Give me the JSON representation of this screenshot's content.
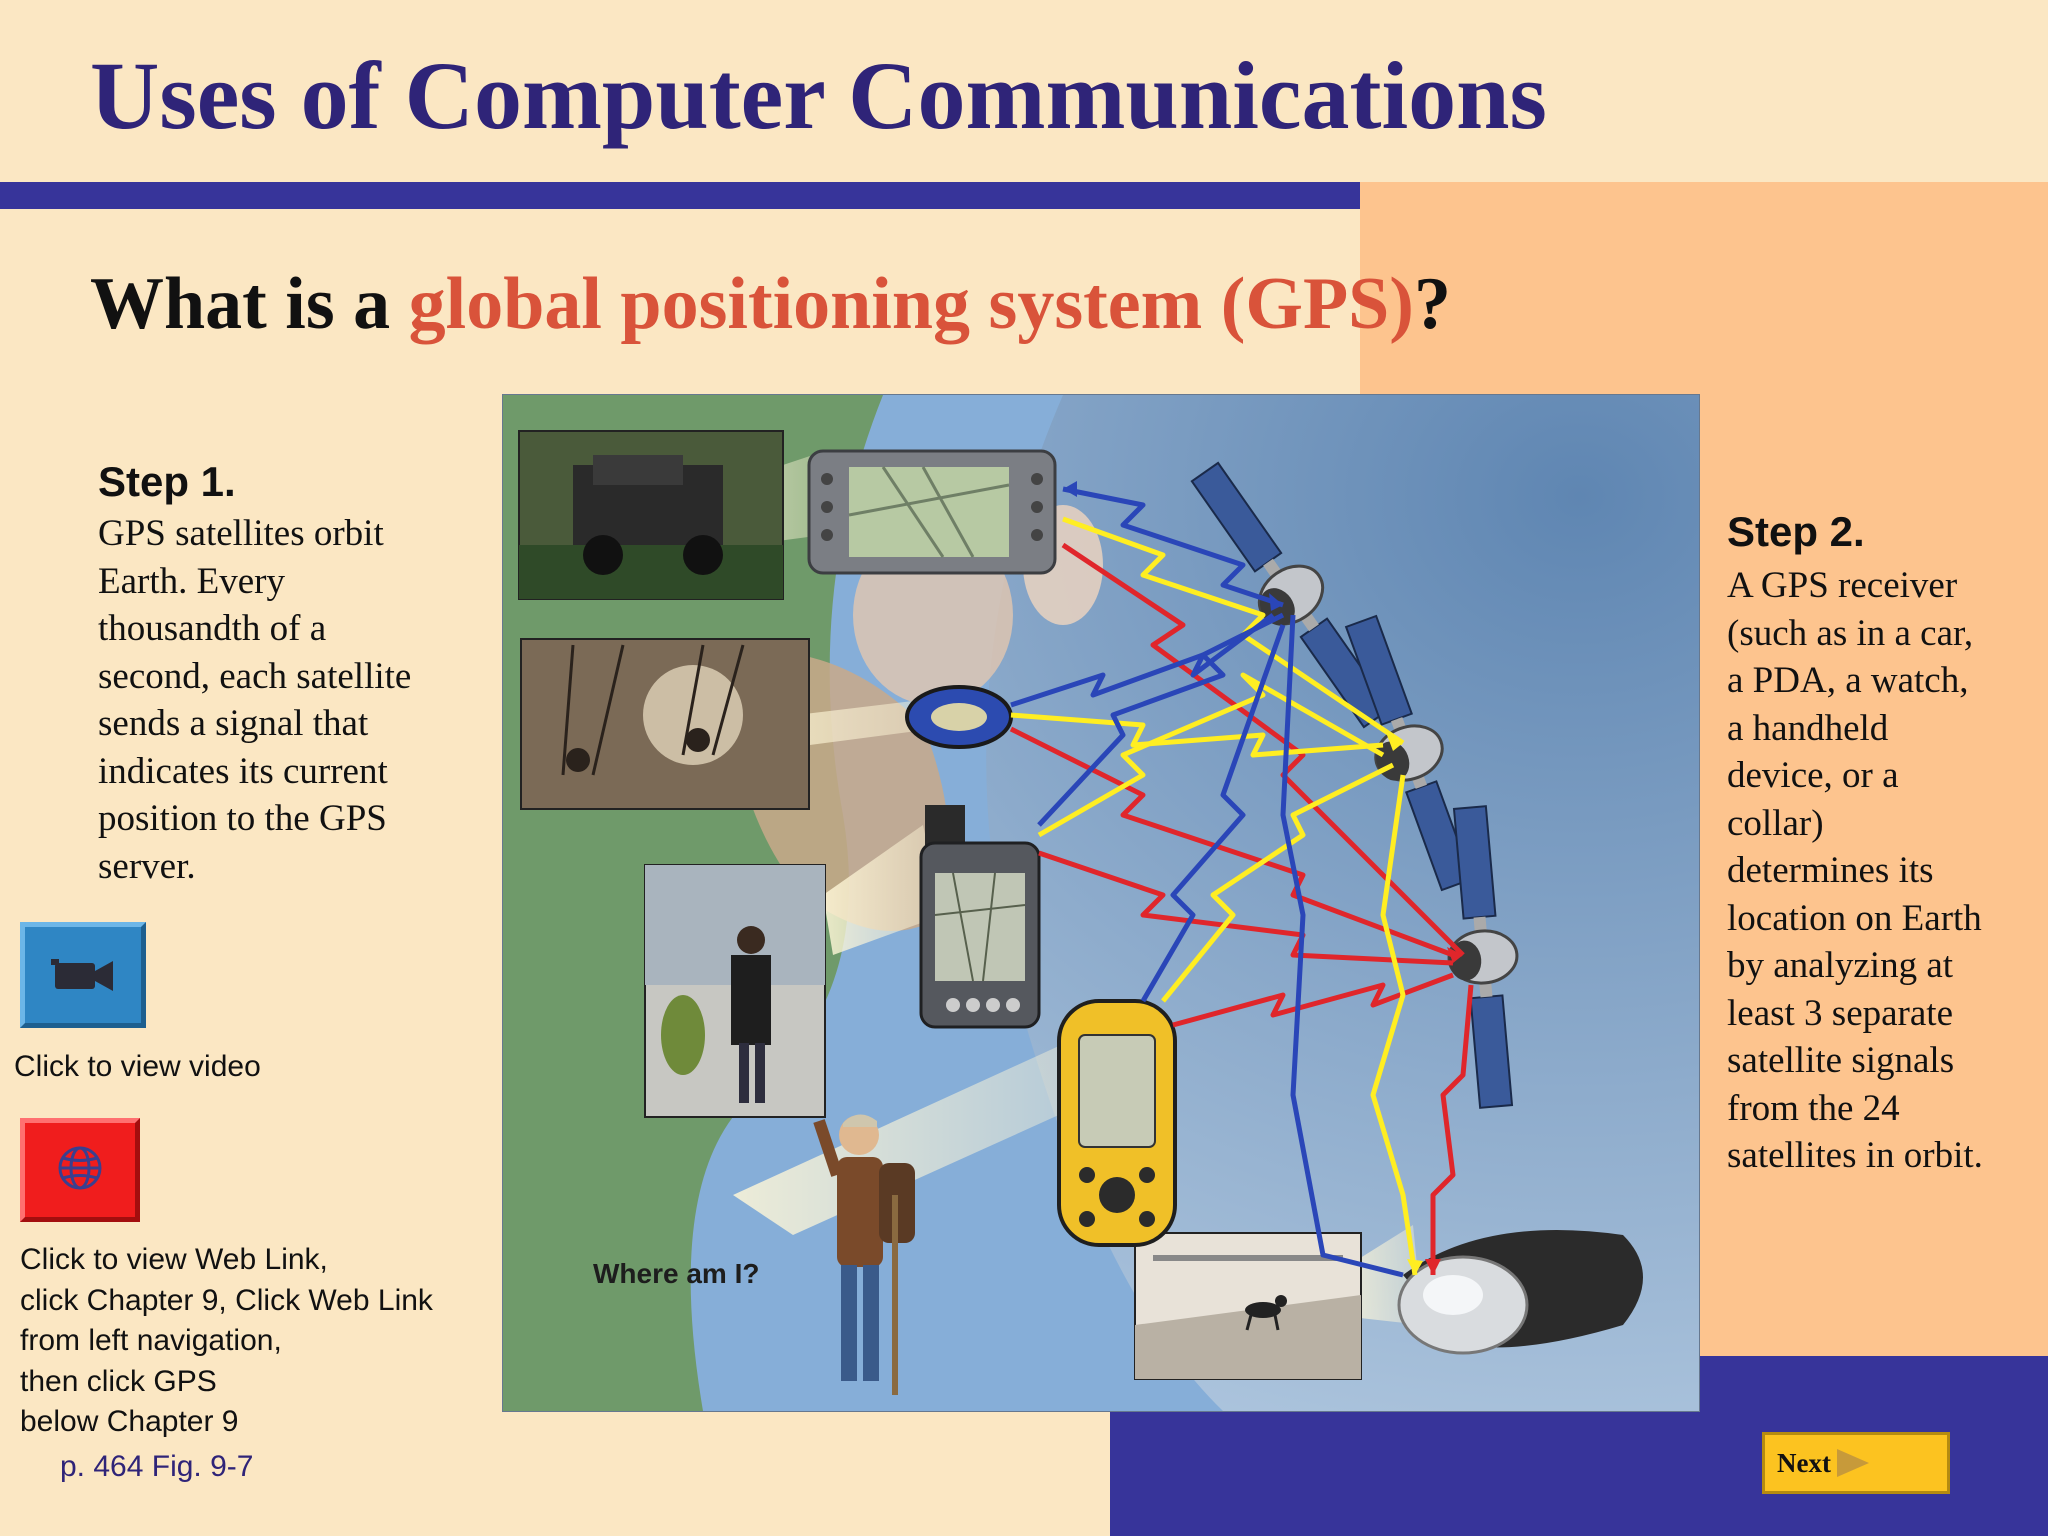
{
  "slide": {
    "title": "Uses of Computer Communications",
    "question_prefix": "What is a ",
    "question_highlight": "global positioning system (GPS)",
    "question_suffix": "?"
  },
  "steps": {
    "step1_heading": "Step 1.",
    "step1_lines": [
      "GPS satellites orbit",
      "Earth. Every",
      "thousandth of a",
      "second, each satellite",
      "sends a signal that",
      "indicates its current",
      "position to the GPS",
      "server."
    ],
    "step2_heading": "Step 2.",
    "step2_lines": [
      "A GPS receiver",
      "(such as in a car,",
      "a PDA, a watch,",
      "a handheld",
      "device, or a",
      "collar)",
      "determines its",
      "location on Earth",
      "by analyzing at",
      "least 3 separate",
      "satellite signals",
      "from the 24",
      "satellites in orbit."
    ]
  },
  "links": {
    "video_caption": "Click to view video",
    "web_caption_lines": [
      "Click to view Web Link,",
      "click Chapter 9, Click Web Link",
      "from left navigation,",
      "then click GPS",
      "below Chapter 9"
    ],
    "reference": "p. 464 Fig. 9-7"
  },
  "figure": {
    "label": "Where am I?"
  },
  "navigation": {
    "next_label": "Next"
  },
  "icons": {
    "video": "video-camera-icon",
    "web": "globe-icon",
    "next": "play-arrow-icon"
  },
  "colors": {
    "title": "#2f2478",
    "highlight": "#d9533a",
    "band": "#37349a",
    "background": "#fbe7c3",
    "accent_panel": "#fdc48e",
    "signal_red": "#e0262b",
    "signal_yellow": "#ffee22",
    "signal_blue": "#2a46b8"
  }
}
